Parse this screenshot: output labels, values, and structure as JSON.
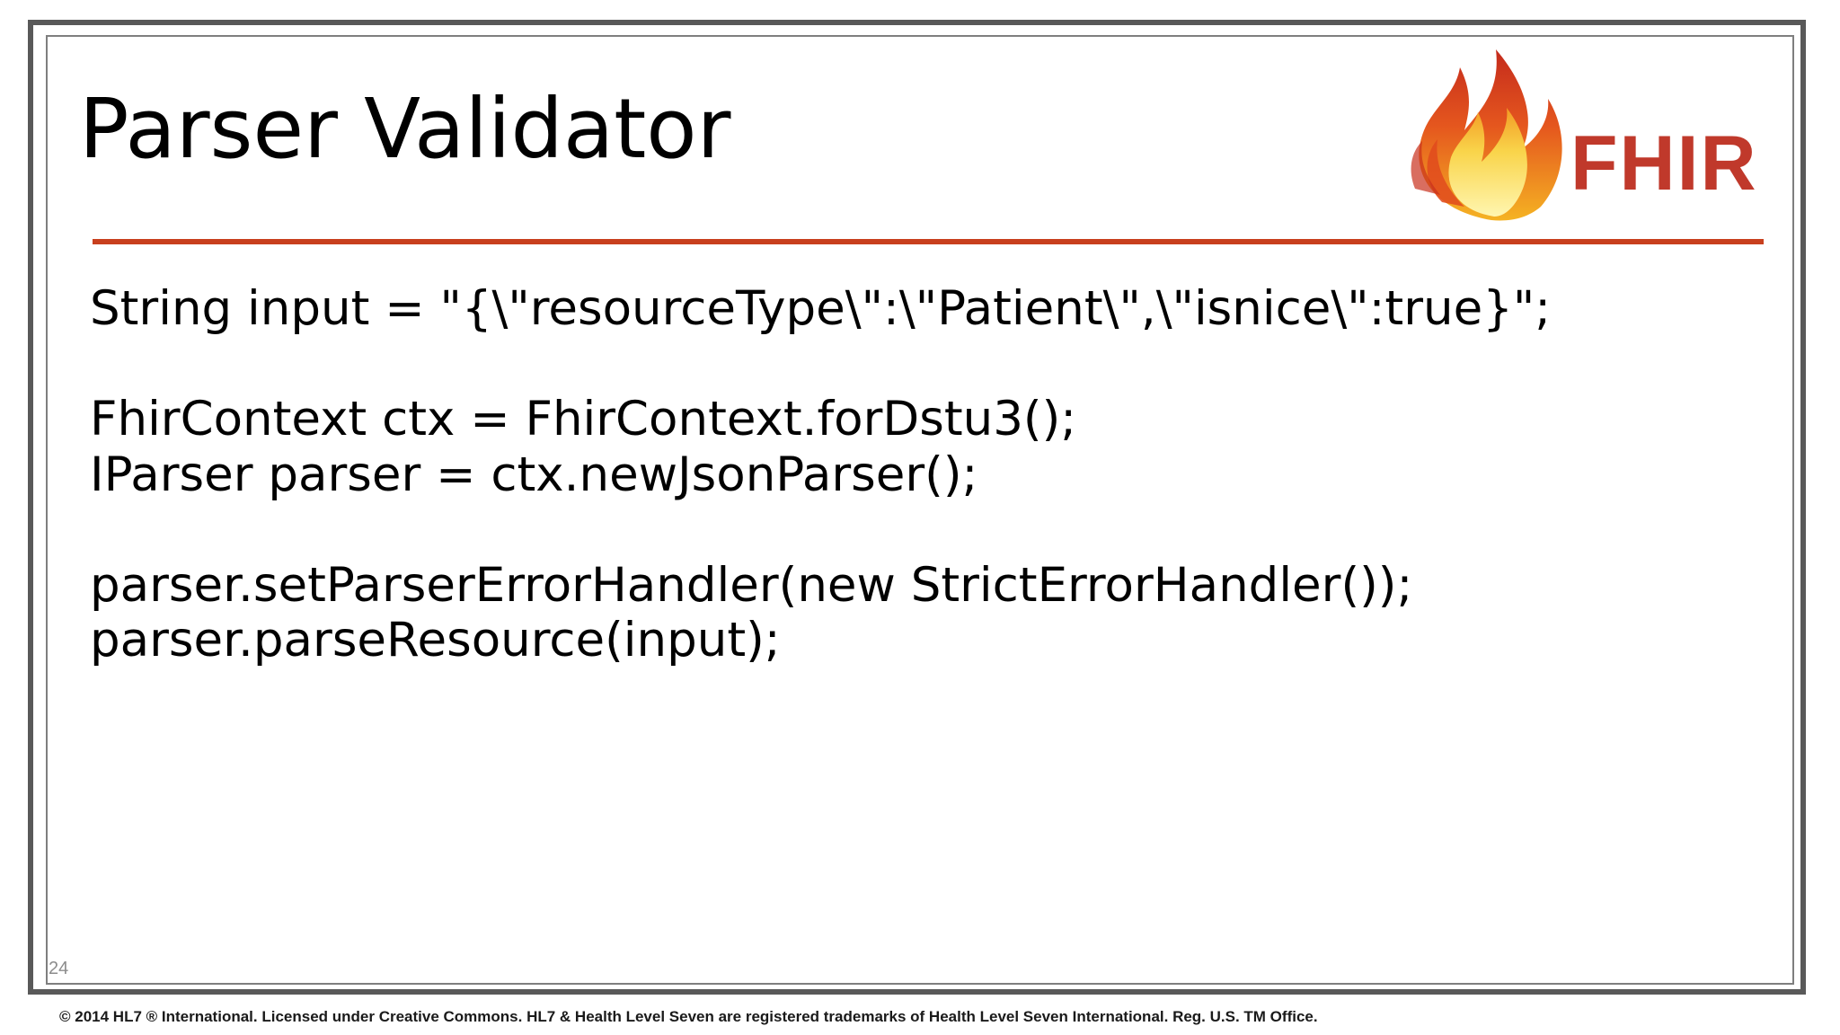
{
  "slide": {
    "title": "Parser Validator",
    "logo_text": "FHIR",
    "code_lines": [
      "String input = \"{\\\"resourceType\\\":\\\"Patient\\\",\\\"isnice\\\":true}\";",
      "",
      "FhirContext ctx = FhirContext.forDstu3();",
      "IParser parser = ctx.newJsonParser();",
      "",
      "parser.setParserErrorHandler(new StrictErrorHandler());",
      "parser.parseResource(input);"
    ],
    "slide_number": "24",
    "footer": "© 2014 HL7 ® International. Licensed under Creative Commons. HL7 & Health Level Seven are registered trademarks of Health Level Seven International. Reg. U.S. TM Office."
  },
  "colors": {
    "accent_rule": "#c8401e",
    "logo_text": "#c0392b",
    "frame": "#595959"
  },
  "icons": {
    "logo": "fhir-flame-logo"
  }
}
